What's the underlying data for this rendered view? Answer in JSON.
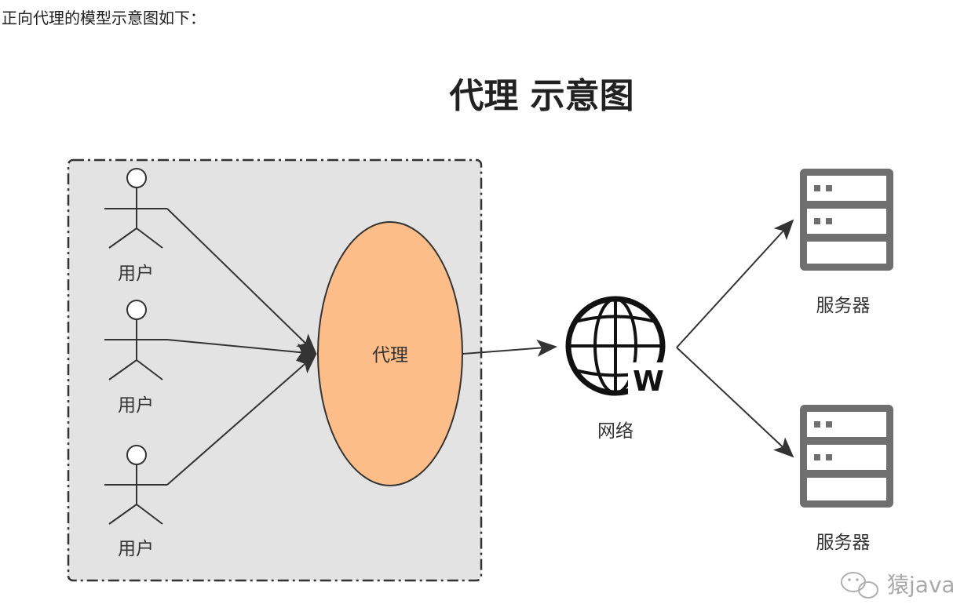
{
  "intro_text": "正向代理的模型示意图如下：",
  "diagram": {
    "title": "代理 示意图",
    "users": [
      {
        "label": "用户"
      },
      {
        "label": "用户"
      },
      {
        "label": "用户"
      }
    ],
    "proxy": {
      "label": "代理"
    },
    "network": {
      "label": "网络",
      "badge": "W"
    },
    "servers": [
      {
        "label": "服务器"
      },
      {
        "label": "服务器"
      }
    ]
  },
  "watermark": {
    "text": "猿java"
  },
  "colors": {
    "group_fill": "#e3e3e3",
    "proxy_fill": "#fdbd88",
    "server_gray": "#6f6f6f",
    "arrow": "#333333"
  },
  "icons": [
    "user-icon",
    "globe-icon",
    "server-icon",
    "wechat-icon"
  ]
}
